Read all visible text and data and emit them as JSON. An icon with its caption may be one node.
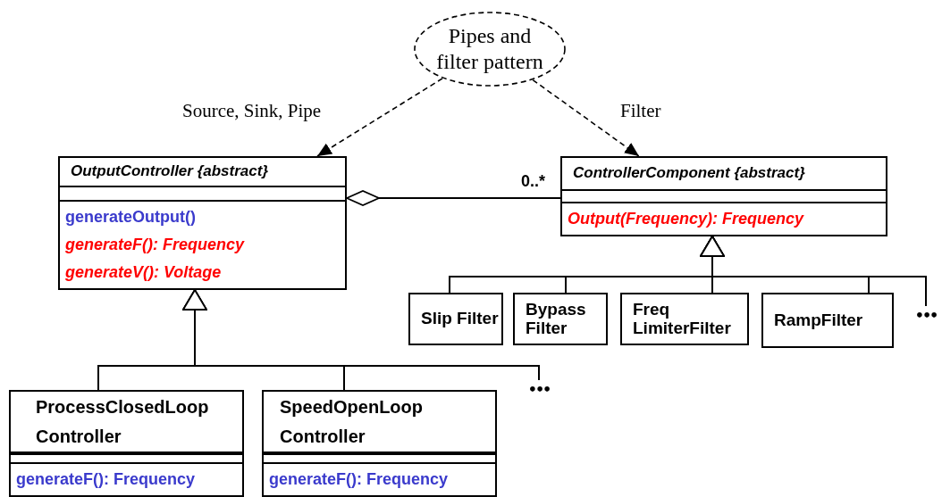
{
  "diagram": {
    "nodes": [
      {
        "text": [
          "Pipes and filter pattern"
        ]
      },
      {
        "text": [
          "OutputController {abstract}",
          "generateOutput()",
          "generateF(): Frequency",
          "generateV(): Voltage"
        ]
      },
      {
        "text": [
          "ControllerComponent {abstract}",
          "Output(Frequency): Frequency"
        ]
      },
      {
        "text": [
          "Slip Filter"
        ]
      },
      {
        "text": [
          "Bypass Filter"
        ]
      },
      {
        "text": [
          "Freq LimiterFilter"
        ]
      },
      {
        "text": [
          "RampFilter"
        ]
      },
      {
        "text": [
          "•••"
        ]
      },
      {
        "text": [
          "ProcessClosedLoop Controller",
          "generateF(): Frequency"
        ]
      },
      {
        "text": [
          "SpeedOpenLoop Controller",
          "generateF(): Frequency"
        ]
      },
      {
        "text": [
          "•••"
        ]
      }
    ],
    "edges": [
      {
        "from": 0,
        "to": 1,
        "arrow": "to",
        "label": "Source, Sink, Pipe",
        "style": "dashed"
      },
      {
        "from": 0,
        "to": 2,
        "arrow": "to",
        "label": "Filter",
        "style": "dashed"
      },
      {
        "from": 1,
        "to": 2,
        "arrow": "other",
        "label": "0..*"
      },
      {
        "from": 3,
        "to": 2,
        "arrow": "to"
      },
      {
        "from": 4,
        "to": 2,
        "arrow": "to"
      },
      {
        "from": 5,
        "to": 2,
        "arrow": "to"
      },
      {
        "from": 6,
        "to": 2,
        "arrow": "to"
      },
      {
        "from": 7,
        "to": 2,
        "arrow": "to"
      },
      {
        "from": 8,
        "to": 1,
        "arrow": "to"
      },
      {
        "from": 9,
        "to": 1,
        "arrow": "to"
      },
      {
        "from": 10,
        "to": 1,
        "arrow": "to"
      }
    ]
  }
}
